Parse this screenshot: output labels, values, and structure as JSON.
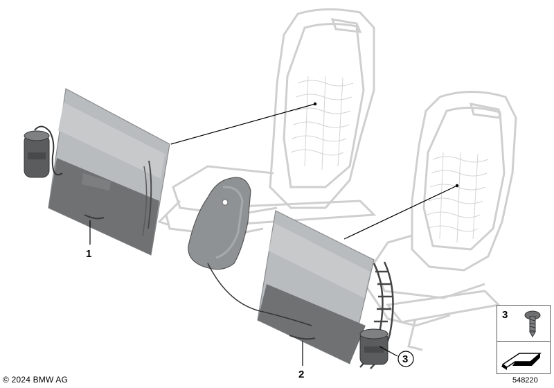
{
  "callouts": {
    "c1": "1",
    "c2": "2",
    "c3": "3"
  },
  "legend": {
    "item_number": "3",
    "screw_icon": "screw-icon",
    "arrow_icon": "angled-arrow-icon"
  },
  "footer": {
    "copyright": "© 2024 BMW AG",
    "part_number": "548220"
  },
  "colors": {
    "frame_outline": "#c8c8c8",
    "panel_light": "#b9bcbf",
    "panel_dark": "#6f7173",
    "pump_body": "#5a5c5e",
    "leader_line": "#000000"
  }
}
